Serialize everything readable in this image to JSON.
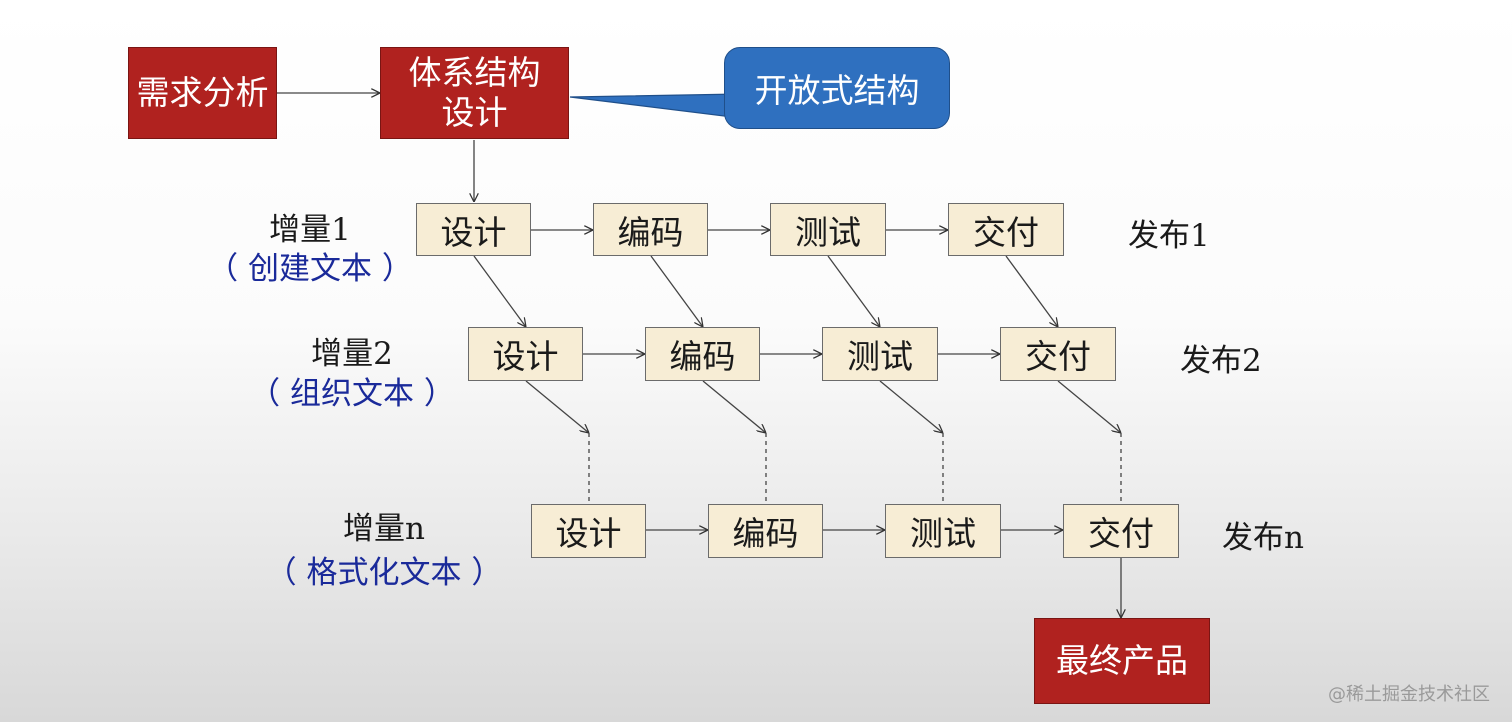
{
  "top": {
    "requirements": "需求分析",
    "architecture_line1": "体系结构",
    "architecture_line2": "设计",
    "callout": "开放式结构"
  },
  "increments": [
    {
      "label": "增量1",
      "sublabel": "（ 创建文本 ）",
      "steps": [
        "设计",
        "编码",
        "测试",
        "交付"
      ],
      "release": "发布1"
    },
    {
      "label": "增量2",
      "sublabel": "（ 组织文本 ）",
      "steps": [
        "设计",
        "编码",
        "测试",
        "交付"
      ],
      "release": "发布2"
    },
    {
      "label": "增量n",
      "sublabel": "（ 格式化文本 ）",
      "steps": [
        "设计",
        "编码",
        "测试",
        "交付"
      ],
      "release": "发布n"
    }
  ],
  "final_product": "最终产品",
  "watermark": "@稀土掘金技术社区",
  "colors": {
    "red_box": "#b0221f",
    "blue_callout": "#2f70bf",
    "cream_box": "#f7edd5",
    "sublabel_text": "#1a2a9a"
  }
}
